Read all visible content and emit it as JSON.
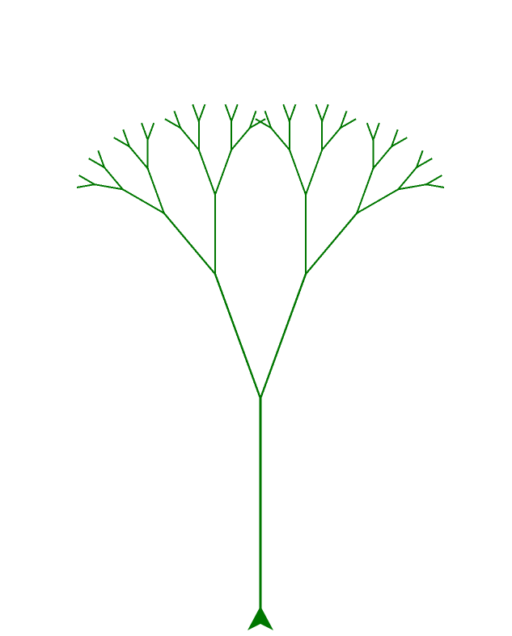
{
  "drawing": {
    "type": "fractal-tree",
    "background": "#ffffff",
    "stroke_color": "#007700",
    "turtle_color": "#007700",
    "recursion_depth": 5,
    "branch_count": 63
  }
}
